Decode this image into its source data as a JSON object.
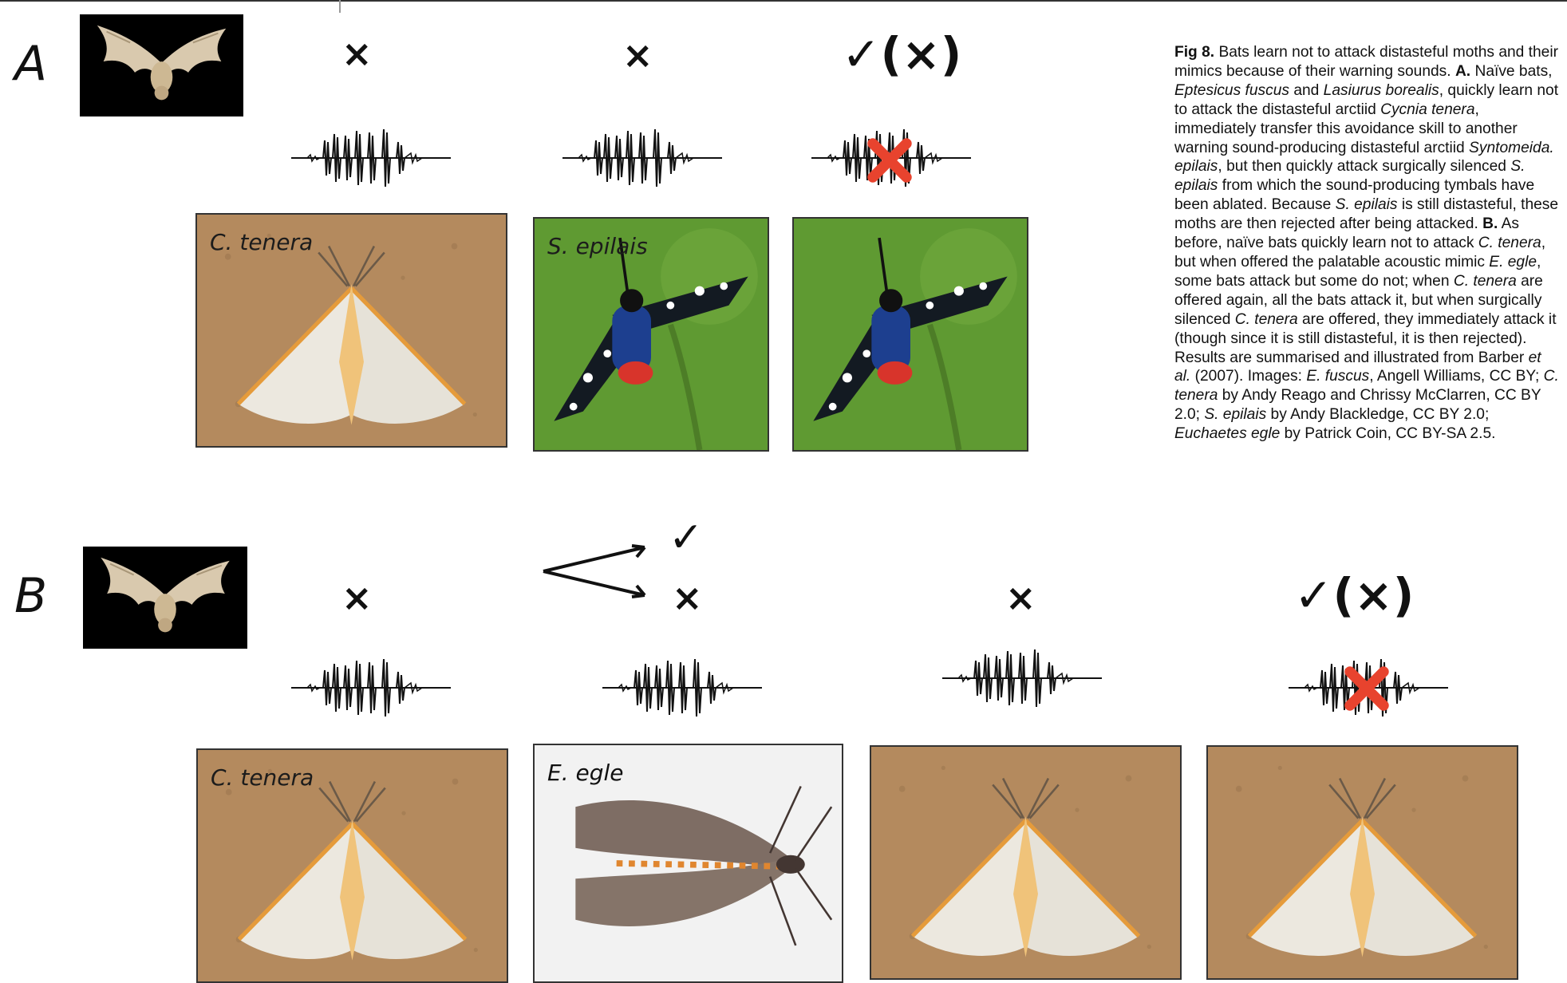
{
  "panels": {
    "a": {
      "label": "A",
      "columns": [
        {
          "mark": "×",
          "moth": "C. tenera"
        },
        {
          "mark": "×",
          "moth": "S. epilais"
        },
        {
          "mark": "✓(×)",
          "moth": ""
        }
      ]
    },
    "b": {
      "label": "B",
      "columns": [
        {
          "mark": "×",
          "moth": "C. tenera"
        },
        {
          "mark_upper": "✓",
          "mark_lower": "×",
          "moth": "E. egle"
        },
        {
          "mark": "×",
          "moth": ""
        },
        {
          "mark": "✓(×)",
          "moth": ""
        }
      ]
    }
  },
  "caption": {
    "p01": "Fig 8.",
    "p02": " Bats learn not to attack distasteful moths and their mimics because of their warning sounds. ",
    "p03": "A.",
    "p04": " Naïve bats, ",
    "p05": "Eptesicus fuscus",
    "p06": " and ",
    "p07": "Lasiurus borealis",
    "p08": ", quickly learn not to attack the distasteful arctiid ",
    "p09": "Cycnia tenera",
    "p10": ", immediately transfer this avoidance skill to another warning sound-producing distasteful arctiid ",
    "p11": "Syntomeida. epilais",
    "p12": ", but then quickly attack surgically silenced ",
    "p13": "S. epilais",
    "p14": " from which the sound-producing tymbals have been ablated. Because ",
    "p15": "S. epilais",
    "p16": " is still distasteful, these moths are then rejected after being attacked. ",
    "p17": "B.",
    "p18": " As before, naïve bats quickly learn not to attack ",
    "p19": "C. tenera",
    "p20": ", but when offered the palatable acoustic mimic ",
    "p21": "E. egle",
    "p22": ", some bats attack but some do not; when ",
    "p23": "C. tenera",
    "p24": " are offered again, all the bats attack it, but when surgically silenced ",
    "p25": "C. tenera",
    "p26": " are offered, they immediately attack it (though since it is still distasteful, it is then rejected). Results are summarised and illustrated from Barber ",
    "p27": "et al.",
    "p28": " (2007). Images: ",
    "p29": "E. fuscus",
    "p30": ", Angell Williams, CC BY; ",
    "p31": "C. tenera",
    "p32": " by Andy Reago and Chrissy McClarren, CC BY 2.0; ",
    "p33": "S. epilais",
    "p34": " by Andy Blackledge, CC BY 2.0; ",
    "p35": "Euchaetes egle",
    "p36": " by Patrick Coin, CC BY-SA 2.5."
  },
  "colors": {
    "sand": "#b48a5e",
    "green": "#5f9a32",
    "egle_bg": "#f2f2f2",
    "red_cross": "#e8432e"
  }
}
